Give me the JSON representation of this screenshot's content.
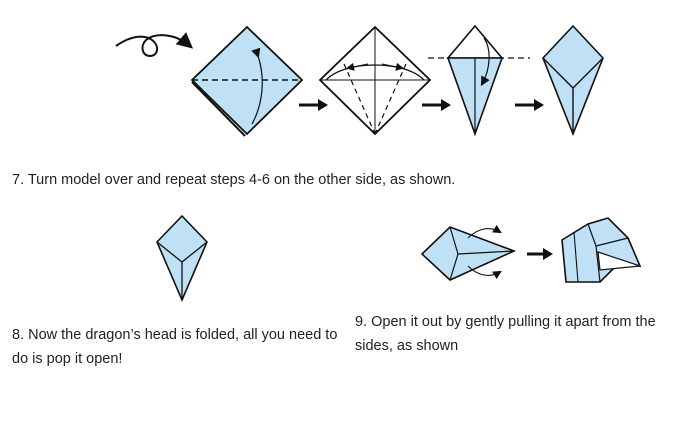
{
  "steps": [
    {
      "caption": "7. Turn model over and repeat steps 4-6 on the other side, as shown."
    },
    {
      "caption": "8. Now the dragon’s head is folded, all you need to do is pop it open!"
    },
    {
      "caption": "9. Open it out by gently pulling it apart from the sides, as shown"
    }
  ],
  "colors": {
    "paper": "#bfe0f5",
    "paper_dark": "#8fc3e6",
    "line": "#111111",
    "text": "#222222"
  },
  "icons": [
    "turn-over-icon",
    "arrow-right-icon",
    "fold-arrow-icon"
  ]
}
